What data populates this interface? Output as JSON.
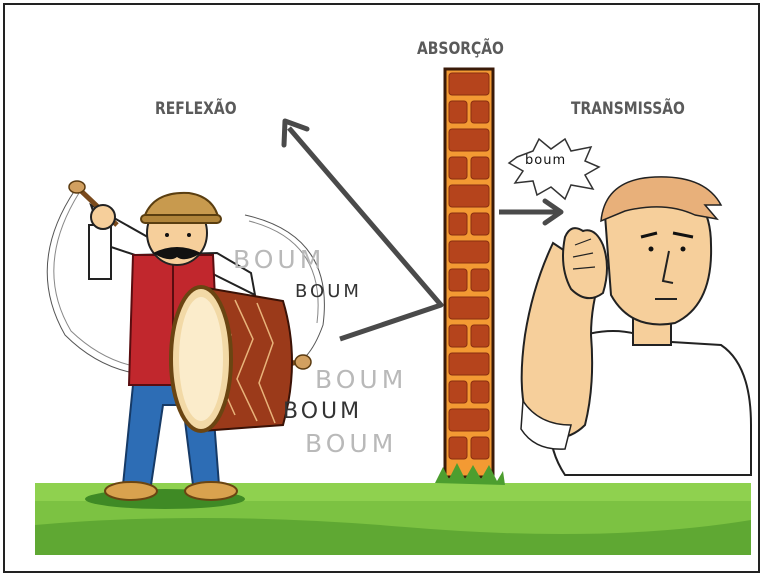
{
  "labels": {
    "absorption": "ABSORÇÃO",
    "reflection": "REFLEXÃO",
    "transmission": "TRANSMISSÃO"
  },
  "sounds": {
    "burst": "boum",
    "boum_1": "BOUM",
    "boum_2": "BOUM",
    "boum_3": "BOUM",
    "boum_4": "BOUM",
    "boum_5": "BOUM"
  },
  "colors": {
    "grass": "#7cc242",
    "brick": "#b5441c",
    "mortar": "#f39a33",
    "arrow": "#4a4a4a",
    "vest": "#c1272d",
    "jeans": "#2d6db5",
    "skin": "#f6cf9b"
  }
}
